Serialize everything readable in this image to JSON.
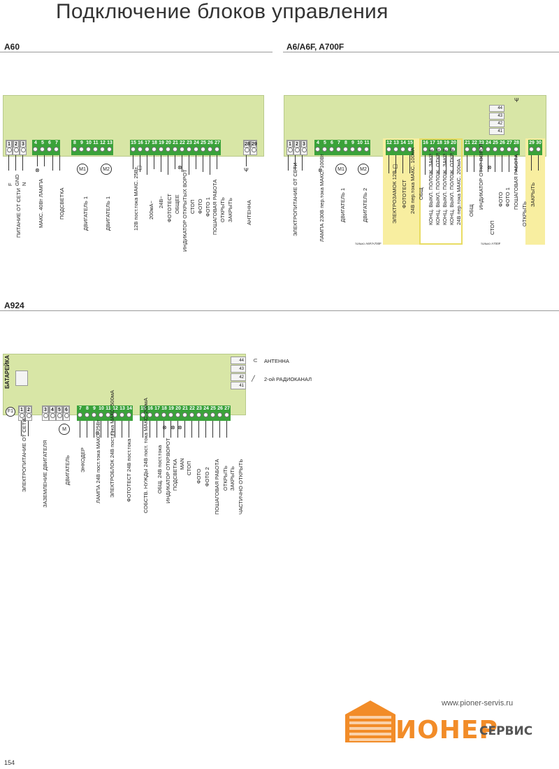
{
  "page_title": "Подключение блоков управления",
  "sections": {
    "a60": {
      "label": "A60",
      "terminals_white": [
        "1",
        "2",
        "3"
      ],
      "terminals_green": [
        "4",
        "5",
        "6",
        "7",
        "8",
        "9",
        "10",
        "11",
        "12",
        "13",
        "15",
        "16",
        "17",
        "18",
        "19",
        "20",
        "21",
        "22",
        "23",
        "24",
        "25",
        "26",
        "27"
      ],
      "terminals_white2": [
        "28",
        "29"
      ],
      "power_letters": [
        "F",
        "GND",
        "N"
      ],
      "motors": [
        "M1",
        "M2"
      ],
      "labels": [
        "ПИТАНИЕ ОТ СЕТИ",
        "МАКС. 40Вт ЛАМПА",
        "ПОДСВЕТКА",
        "ДВИГАТЕЛЬ 1",
        "ДВИГАТЕЛЬ 1",
        "12В пост.тока МАКС. 25Вт",
        "200мА~",
        "24В~",
        "ФОТОТЕСТ",
        "ОБЩЕЕ",
        "ИНДИКАТОР ОТКРЫТЫХ ВОРОТ",
        "СТОП",
        "ФОТО",
        "ФОТО 1",
        "ПОШАГОВАЯ РАБОТА",
        "ОТКРЫТЬ",
        "ЗАКРЫТЬ",
        "АНТЕННА"
      ]
    },
    "a6": {
      "label": "A6/A6F, A700F",
      "terminals_white": [
        "1",
        "2",
        "3"
      ],
      "terminals_green1": [
        "4",
        "5",
        "6",
        "7",
        "8",
        "9",
        "10",
        "11"
      ],
      "terminals_green2": [
        "12",
        "13",
        "14",
        "15"
      ],
      "terminals_green3": [
        "16",
        "17",
        "18",
        "19",
        "20"
      ],
      "terminals_green4": [
        "21",
        "22",
        "23",
        "24",
        "25",
        "26",
        "27",
        "28"
      ],
      "terminals_green5": [
        "29",
        "30"
      ],
      "radio_terminals": [
        "44",
        "43",
        "42",
        "41"
      ],
      "motors": [
        "M1",
        "M2"
      ],
      "labels": [
        "ЭЛЕКТРОПИТАНИЕ ОТ СЕТИ",
        "ЛАМПА 230В пер.тока МАКС. 100Вт",
        "ДВИГАТЕЛЬ 1",
        "ДВИГАТЕЛЬ 2",
        "ЭЛЕКТРОЗАМОК 12В",
        "ФОТОТЕСТ",
        "24В пер.тока МАКС. 100мА",
        "ОБЩ",
        "КОНЦ. ВЫКЛ. ПОЛОЖ. ЗАКР. 1",
        "КОНЦ. ВЫКЛ. ПОЛОЖ. ОТКР. 1",
        "КОНЦ. ВЫКЛ. ПОЛОЖ. ЗАКР. 2",
        "КОНЦ. ВЫКЛ. ПОЛОЖ. ОТКР. 2",
        "24В пер.тока МАКС. 200мА",
        "ОБЩ",
        "ИНДИКАТОР ОТКР. ВОРОТ",
        "СТОП",
        "ФОТО",
        "ФОТО 1",
        "ПОШАГОВАЯ РАБОТА",
        "ОТКРЫТЬ",
        "ЗАКРЫТЬ"
      ],
      "note_a6f": "только A6F/A700F",
      "note_a700f": "только A700F"
    },
    "a924": {
      "label": "A924",
      "battery_label": "БАТАРЕЙКА",
      "fuse_label": "F1",
      "terminals_white1": [
        "1",
        "2"
      ],
      "terminals_white2": [
        "3",
        "4",
        "5",
        "6"
      ],
      "terminals_green1": [
        "7",
        "8",
        "9",
        "10",
        "11",
        "12",
        "13",
        "14"
      ],
      "terminals_green2": [
        "15",
        "16",
        "17",
        "18",
        "19",
        "20",
        "21",
        "22",
        "23",
        "24",
        "25",
        "26",
        "27"
      ],
      "radio_terminals": [
        "44",
        "43",
        "42",
        "41"
      ],
      "motor": "M",
      "antenna_label": "АНТЕННА",
      "radio_label": "2-ой РАДИОКАНАЛ",
      "labels": [
        "ЭЛЕКТРОПИТАНИЕ ОТ СЕТИ",
        "ЗАЗЕМЛЕНИЕ ДВИГАТЕЛЯ",
        "ДВИГАТЕЛЬ",
        "ЭНКОДЕР",
        "ЛАМПА 24В пост.тока МАКС. 25Вт",
        "ЭЛЕКТРОБЛОК 24В пост.тока МАКС. 500мА",
        "ФОТОТЕСТ 24В пост.тока",
        "СОБСТВ. НУЖДЫ 24В пост. тока МАКС. 200мА",
        "ОБЩ. 24В пост.тока",
        "ИНДИКАТОР ОТКР.ВОРОТ",
        "ПОДСВЕТКА",
        "MAN",
        "СТОП",
        "ФОТО",
        "ФОТО 2",
        "ПОШАГОВАЯ РАБОТА",
        "ОТКРЫТЬ",
        "ЗАКРЫТЬ",
        "ЧАСТИЧНО ОТКРЫТЬ"
      ]
    }
  },
  "footer": {
    "url": "www.pioner-servis.ru",
    "logo_main": "ИОНЕР",
    "logo_sub": "СЕРВИС",
    "page_number": "154"
  },
  "colors": {
    "board": "#d8e6a6",
    "terminal_green": "#3aa23a",
    "highlight": "#f8eea0",
    "logo_orange": "#f28c28"
  }
}
